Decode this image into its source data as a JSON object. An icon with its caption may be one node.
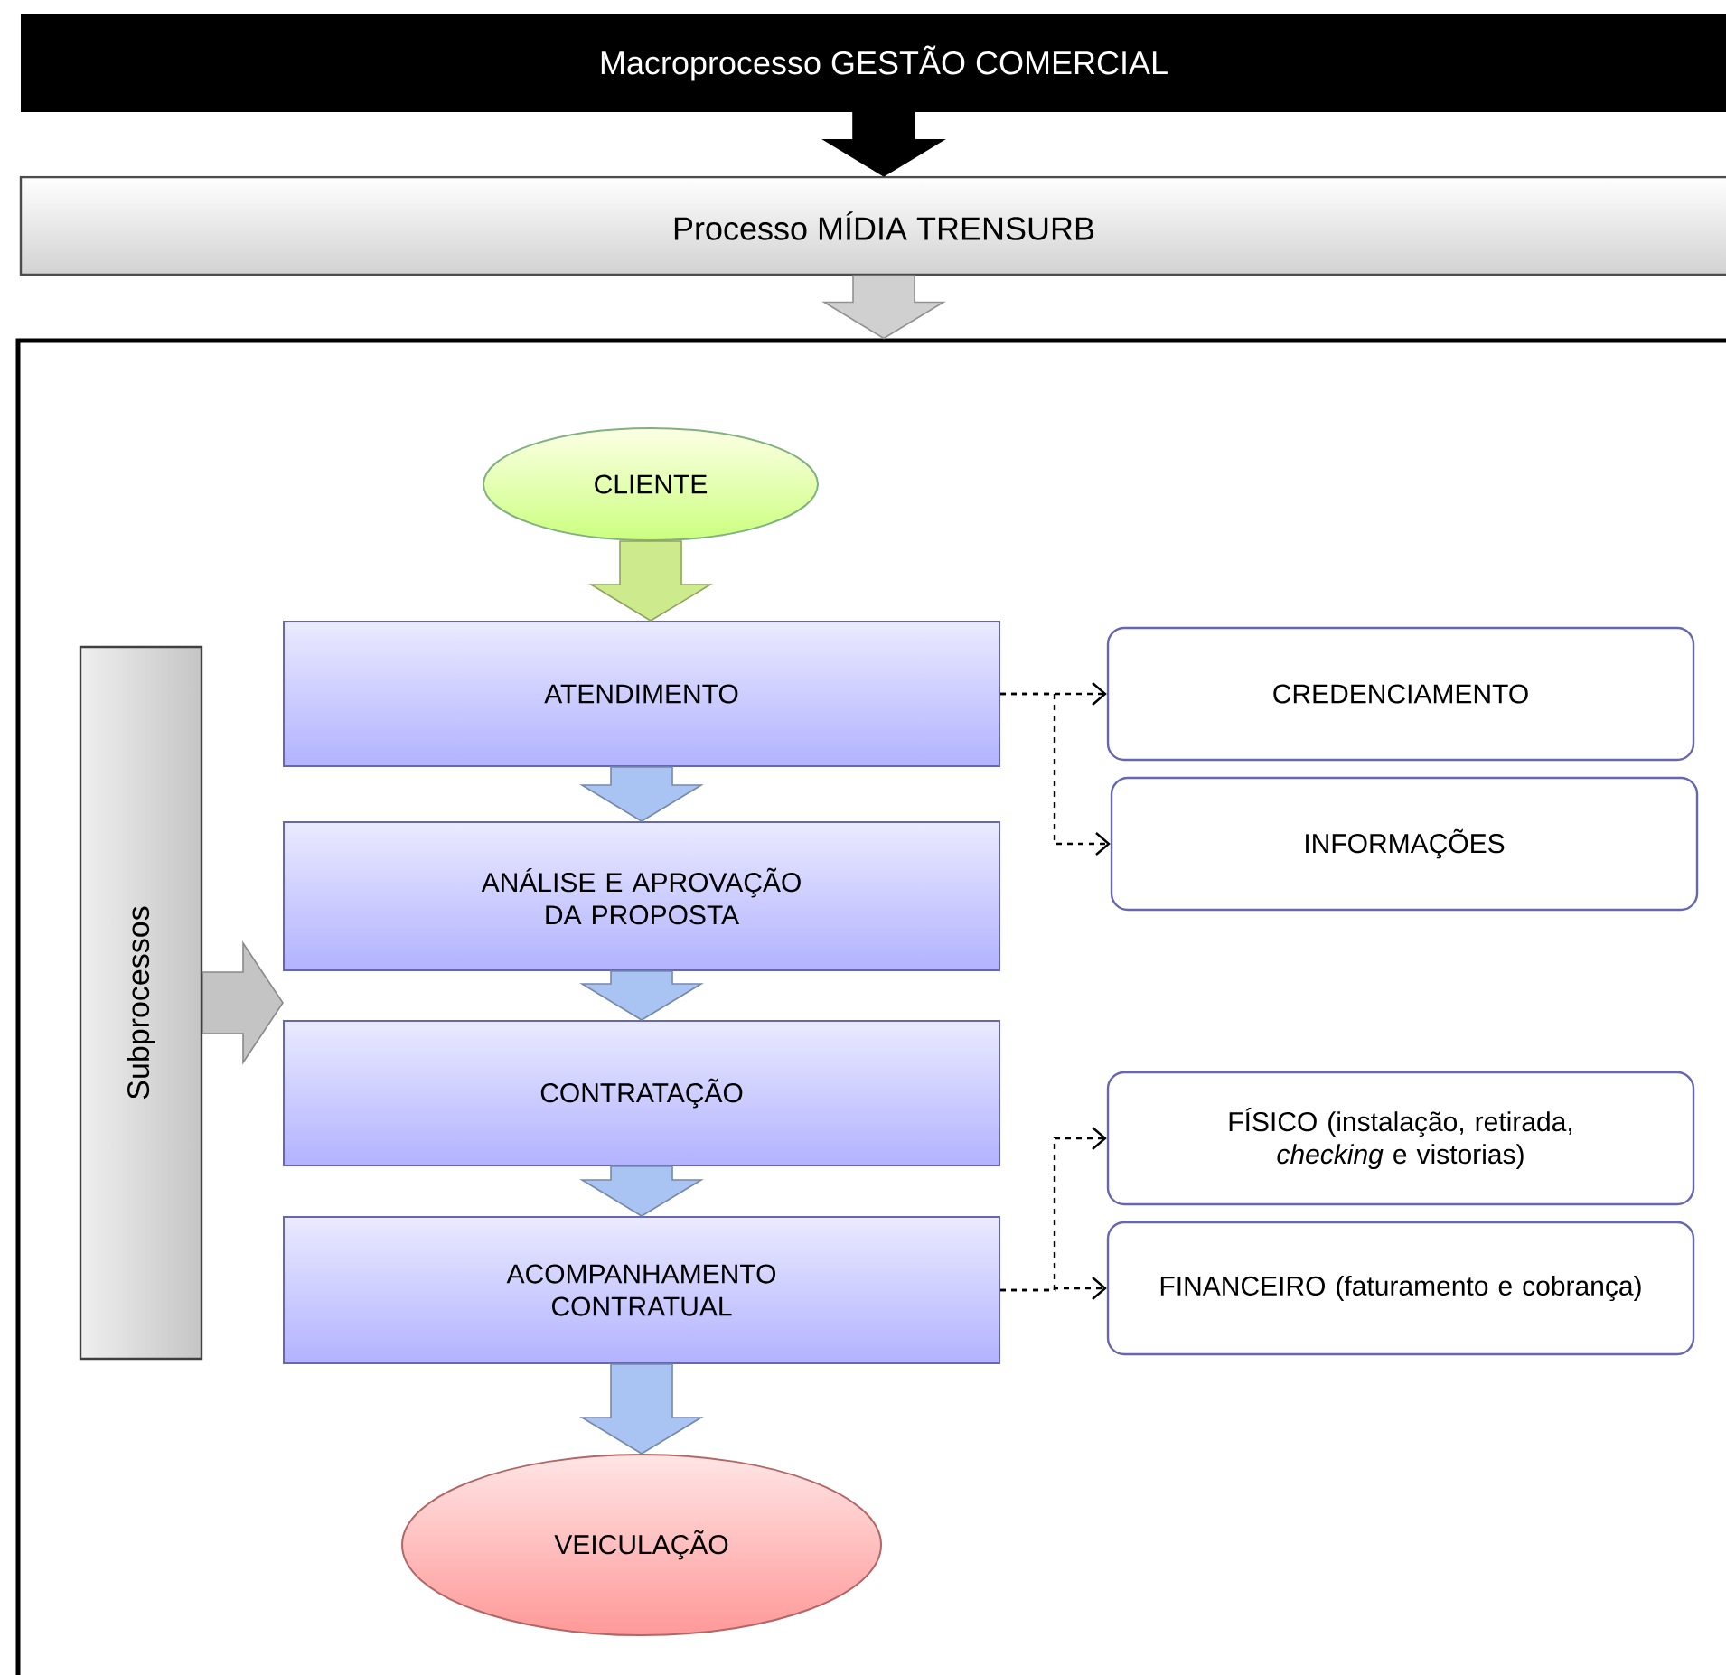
{
  "diagram": {
    "nodes": [
      {
        "text": [
          "Macroprocesso GESTÃO COMERCIAL"
        ]
      },
      {
        "text": [
          "Processo MÍDIA TRENSURB"
        ]
      },
      {
        "text": [],
        "shape": "box"
      },
      {
        "text": [
          "Subprocessos"
        ],
        "in": 2
      },
      {
        "text": [
          "CLIENTE"
        ],
        "in": 2
      },
      {
        "text": [
          "ATENDIMENTO"
        ],
        "in": 2
      },
      {
        "text": [
          "ANÁLISE E APROVAÇÃO DA PROPOSTA"
        ],
        "in": 2
      },
      {
        "text": [
          "CONTRATAÇÃO"
        ],
        "in": 2
      },
      {
        "text": [
          "ACOMPANHAMENTO CONTRATUAL"
        ],
        "in": 2
      },
      {
        "text": [
          "VEICULAÇÃO"
        ],
        "in": 2
      },
      {
        "text": [
          "CREDENCIAMENTO"
        ],
        "in": 2
      },
      {
        "text": [
          "INFORMAÇÕES"
        ],
        "in": 2
      },
      {
        "text": [
          "FÍSICO (instalação, retirada, *checking* e vistorias)"
        ],
        "in": 2
      },
      {
        "text": [
          "FINANCEIRO (faturamento e cobrança)"
        ],
        "in": 2
      }
    ],
    "edges": [
      {
        "from": 0,
        "to": 1,
        "arrow": "to",
        "color": "#000000"
      },
      {
        "from": 1,
        "to": 2,
        "arrow": "to",
        "color": "#d0d0d0"
      },
      {
        "from": 3,
        "to": 7,
        "arrow": "to",
        "color": "#c4c4c4"
      },
      {
        "from": 4,
        "to": 5,
        "arrow": "to",
        "color": "#cdea8c"
      },
      {
        "from": 5,
        "to": 6,
        "arrow": "to",
        "color": "#a9c4f2"
      },
      {
        "from": 6,
        "to": 7,
        "arrow": "to",
        "color": "#a9c4f2"
      },
      {
        "from": 7,
        "to": 8,
        "arrow": "to",
        "color": "#a9c4f2"
      },
      {
        "from": 8,
        "to": 9,
        "arrow": "to",
        "color": "#a9c4f2"
      },
      {
        "from": 5,
        "to": 10,
        "arrow": "to",
        "style": "dashed",
        "color": "#000000"
      },
      {
        "from": 5,
        "to": 11,
        "arrow": "to",
        "style": "dashed",
        "color": "#000000"
      },
      {
        "from": 8,
        "to": 12,
        "arrow": "to",
        "style": "dashed",
        "color": "#000000"
      },
      {
        "from": 8,
        "to": 13,
        "arrow": "to",
        "style": "dashed",
        "color": "#000000"
      }
    ]
  }
}
